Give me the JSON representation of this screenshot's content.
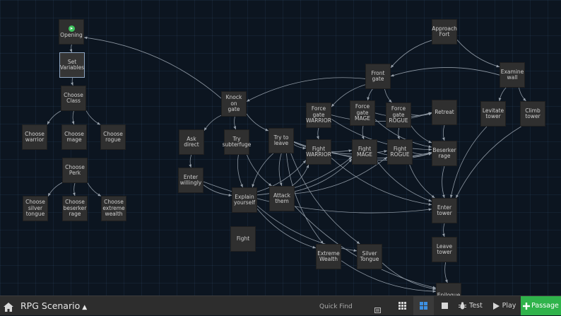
{
  "story": {
    "title": "RPG Scenario"
  },
  "toolbar": {
    "find_placeholder": "Quick Find",
    "test_label": "Test",
    "play_label": "Play",
    "add_label": "Passage"
  },
  "passages": [
    {
      "id": "opening",
      "lines": [
        "Opening"
      ],
      "start": true
    },
    {
      "id": "set-variables",
      "lines": [
        "Set",
        "Variables"
      ],
      "selected": true
    },
    {
      "id": "choose-class",
      "lines": [
        "Choose",
        "Class"
      ]
    },
    {
      "id": "choose-warrior",
      "lines": [
        "Choose",
        "warrior"
      ]
    },
    {
      "id": "choose-mage",
      "lines": [
        "Choose",
        "mage"
      ]
    },
    {
      "id": "choose-rogue",
      "lines": [
        "Choose",
        "rogue"
      ]
    },
    {
      "id": "choose-perk",
      "lines": [
        "Choose",
        "Perk"
      ]
    },
    {
      "id": "choose-silver-tongue",
      "lines": [
        "Choose",
        "silver",
        "tongue"
      ]
    },
    {
      "id": "choose-beserker-rage",
      "lines": [
        "Choose",
        "beserker",
        "rage"
      ]
    },
    {
      "id": "choose-extreme-wealth",
      "lines": [
        "Choose",
        "extreme",
        "wealth"
      ]
    },
    {
      "id": "knock-on-gate",
      "lines": [
        "Knock on",
        "gate"
      ]
    },
    {
      "id": "ask-direct",
      "lines": [
        "Ask direct"
      ]
    },
    {
      "id": "try-subterfuge",
      "lines": [
        "Try",
        "subterfuge"
      ]
    },
    {
      "id": "try-to-leave",
      "lines": [
        "Try to",
        "leave"
      ]
    },
    {
      "id": "enter-willingly",
      "lines": [
        "Enter",
        "willingly"
      ]
    },
    {
      "id": "explain-yourself",
      "lines": [
        "Explain",
        "yourself"
      ]
    },
    {
      "id": "attack-them",
      "lines": [
        "Attack",
        "them"
      ]
    },
    {
      "id": "fight",
      "lines": [
        "Fight"
      ]
    },
    {
      "id": "approach-fort",
      "lines": [
        "Approach",
        "Fort"
      ]
    },
    {
      "id": "front-gate",
      "lines": [
        "Front",
        "gate"
      ]
    },
    {
      "id": "examine-wall",
      "lines": [
        "Examine",
        "wall"
      ]
    },
    {
      "id": "force-gate-warrior",
      "lines": [
        "Force",
        "gate",
        "WARRIOR"
      ]
    },
    {
      "id": "force-gate-mage",
      "lines": [
        "Force",
        "gate",
        "MAGE"
      ]
    },
    {
      "id": "force-gate-rogue",
      "lines": [
        "Force",
        "gate",
        "ROGUE"
      ]
    },
    {
      "id": "retreat",
      "lines": [
        "Retreat"
      ]
    },
    {
      "id": "levitate-tower",
      "lines": [
        "Levitate",
        "tower"
      ]
    },
    {
      "id": "climb-tower",
      "lines": [
        "Climb",
        "tower"
      ]
    },
    {
      "id": "fight-warrior",
      "lines": [
        "Fight",
        "WARRIOR"
      ]
    },
    {
      "id": "fight-mage",
      "lines": [
        "Fight",
        "MAGE"
      ]
    },
    {
      "id": "fight-rogue",
      "lines": [
        "Fight",
        "ROGUE"
      ]
    },
    {
      "id": "beserker-rage",
      "lines": [
        "Beserker",
        "rage"
      ]
    },
    {
      "id": "enter-tower",
      "lines": [
        "Enter",
        "tower"
      ]
    },
    {
      "id": "leave-tower",
      "lines": [
        "Leave",
        "tower"
      ]
    },
    {
      "id": "extreme-wealth",
      "lines": [
        "Extreme",
        "Wealth"
      ]
    },
    {
      "id": "silver-tongue",
      "lines": [
        "Silver",
        "Tongue"
      ]
    },
    {
      "id": "epilogue",
      "lines": [
        "Epilogue"
      ]
    }
  ],
  "links": [
    [
      "opening",
      "set-variables"
    ],
    [
      "set-variables",
      "choose-class"
    ],
    [
      "choose-class",
      "choose-warrior"
    ],
    [
      "choose-class",
      "choose-mage"
    ],
    [
      "choose-class",
      "choose-rogue"
    ],
    [
      "choose-perk",
      "choose-silver-tongue"
    ],
    [
      "choose-perk",
      "choose-beserker-rage"
    ],
    [
      "choose-perk",
      "choose-extreme-wealth"
    ],
    [
      "knock-on-gate",
      "opening"
    ],
    [
      "knock-on-gate",
      "ask-direct"
    ],
    [
      "knock-on-gate",
      "try-subterfuge"
    ],
    [
      "knock-on-gate",
      "try-to-leave"
    ],
    [
      "ask-direct",
      "enter-willingly"
    ],
    [
      "try-subterfuge",
      "explain-yourself"
    ],
    [
      "try-subterfuge",
      "attack-them"
    ],
    [
      "try-to-leave",
      "explain-yourself"
    ],
    [
      "try-to-leave",
      "attack-them"
    ],
    [
      "try-to-leave",
      "fight-warrior"
    ],
    [
      "try-to-leave",
      "fight-mage"
    ],
    [
      "try-to-leave",
      "fight-rogue"
    ],
    [
      "try-to-leave",
      "beserker-rage"
    ],
    [
      "try-to-leave",
      "extreme-wealth"
    ],
    [
      "try-to-leave",
      "silver-tongue"
    ],
    [
      "enter-willingly",
      "explain-yourself"
    ],
    [
      "enter-willingly",
      "enter-tower"
    ],
    [
      "explain-yourself",
      "silver-tongue"
    ],
    [
      "explain-yourself",
      "extreme-wealth"
    ],
    [
      "explain-yourself",
      "fight-warrior"
    ],
    [
      "explain-yourself",
      "fight-mage"
    ],
    [
      "attack-them",
      "fight-warrior"
    ],
    [
      "attack-them",
      "fight-mage"
    ],
    [
      "attack-them",
      "fight-rogue"
    ],
    [
      "attack-them",
      "epilogue"
    ],
    [
      "approach-fort",
      "front-gate"
    ],
    [
      "approach-fort",
      "examine-wall"
    ],
    [
      "examine-wall",
      "front-gate"
    ],
    [
      "examine-wall",
      "levitate-tower"
    ],
    [
      "examine-wall",
      "climb-tower"
    ],
    [
      "front-gate",
      "knock-on-gate"
    ],
    [
      "front-gate",
      "force-gate-warrior"
    ],
    [
      "front-gate",
      "force-gate-mage"
    ],
    [
      "front-gate",
      "force-gate-rogue"
    ],
    [
      "force-gate-warrior",
      "fight-warrior"
    ],
    [
      "force-gate-warrior",
      "retreat"
    ],
    [
      "force-gate-warrior",
      "beserker-rage"
    ],
    [
      "force-gate-mage",
      "fight-mage"
    ],
    [
      "force-gate-mage",
      "retreat"
    ],
    [
      "force-gate-mage",
      "beserker-rage"
    ],
    [
      "force-gate-rogue",
      "fight-rogue"
    ],
    [
      "force-gate-rogue",
      "retreat"
    ],
    [
      "force-gate-rogue",
      "beserker-rage"
    ],
    [
      "retreat",
      "beserker-rage"
    ],
    [
      "levitate-tower",
      "enter-tower"
    ],
    [
      "climb-tower",
      "enter-tower"
    ],
    [
      "fight-warrior",
      "enter-tower"
    ],
    [
      "fight-warrior",
      "beserker-rage"
    ],
    [
      "fight-mage",
      "enter-tower"
    ],
    [
      "fight-mage",
      "beserker-rage"
    ],
    [
      "fight-rogue",
      "enter-tower"
    ],
    [
      "fight-rogue",
      "beserker-rage"
    ],
    [
      "beserker-rage",
      "enter-tower"
    ],
    [
      "enter-tower",
      "leave-tower"
    ],
    [
      "leave-tower",
      "epilogue"
    ],
    [
      "silver-tongue",
      "epilogue"
    ],
    [
      "extreme-wealth",
      "epilogue"
    ]
  ]
}
